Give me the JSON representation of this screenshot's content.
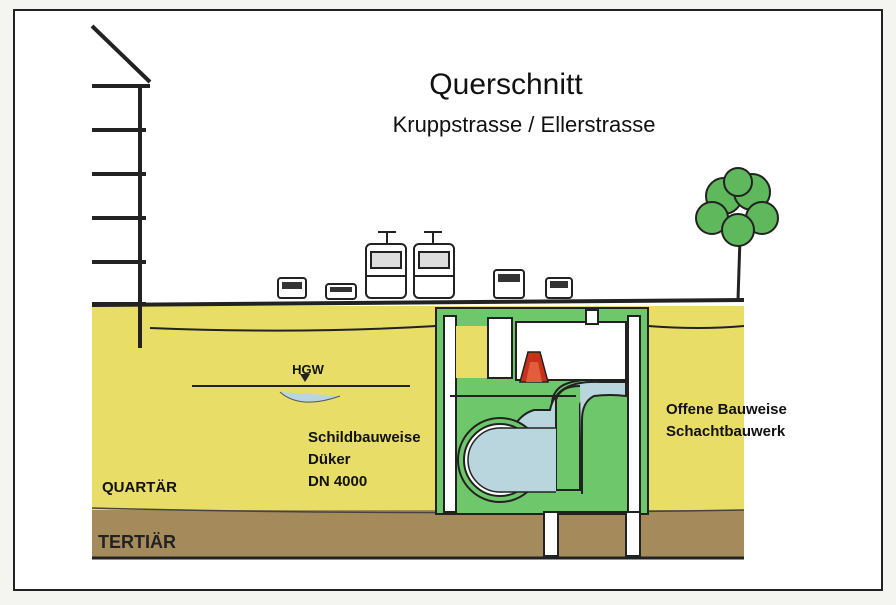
{
  "title": "Querschnitt",
  "subtitle": "Kruppstrasse / Ellerstrasse",
  "labels": {
    "groundwater": "HGW",
    "shield_line1": "Schildbauweise",
    "shield_line2": "Düker",
    "shield_line3": "DN 4000",
    "open_line1": "Offene Bauweise",
    "open_line2": "Schachtbauwerk",
    "quartaer": "QUARTÄR",
    "tertiaer": "TERTIÄR"
  },
  "colors": {
    "sky": "#ffffff",
    "quartaer": "#e8dd66",
    "tertiaer": "#a58a5c",
    "structure": "#6ec76a",
    "water": "#b9d6df",
    "tree": "#5fb85c",
    "warning": "#c83218"
  }
}
